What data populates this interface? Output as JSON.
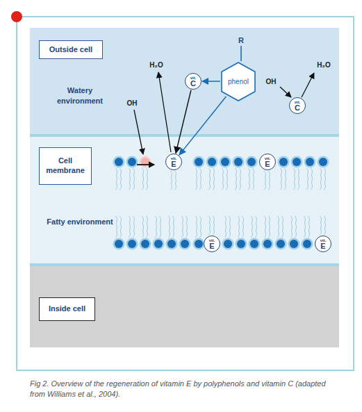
{
  "diagram": {
    "caption": "Fig 2. Overview of the regeneration of vitamin E by polyphenols and vitamin C (adapted from Williams et al., 2004).",
    "nodes": [
      {
        "text": [
          "Outside cell"
        ]
      },
      {
        "text": [
          "vit.",
          "C"
        ]
      },
      {
        "text": [
          "phenol"
        ]
      },
      {
        "text": [
          "vit.",
          "C"
        ]
      },
      {
        "text": [
          "Cell membrane"
        ]
      },
      {
        "text": [
          "vit.",
          "E"
        ]
      },
      {
        "text": [
          "vit.",
          "E"
        ]
      },
      {
        "text": [
          "vit.",
          "E"
        ]
      },
      {
        "text": [
          "vit.",
          "E"
        ]
      },
      {
        "text": [
          "Inside cell"
        ]
      }
    ],
    "edges": [
      {
        "from": 2,
        "to": 1,
        "arrow": "to"
      },
      {
        "from": 1,
        "to": 5,
        "arrow": "to"
      },
      {
        "from": 2,
        "to": 5,
        "arrow": "to"
      }
    ],
    "labels": [
      "R",
      "H₂O",
      "H₂O",
      "OH",
      "Watery environment",
      "OH",
      "Fatty environment"
    ]
  }
}
